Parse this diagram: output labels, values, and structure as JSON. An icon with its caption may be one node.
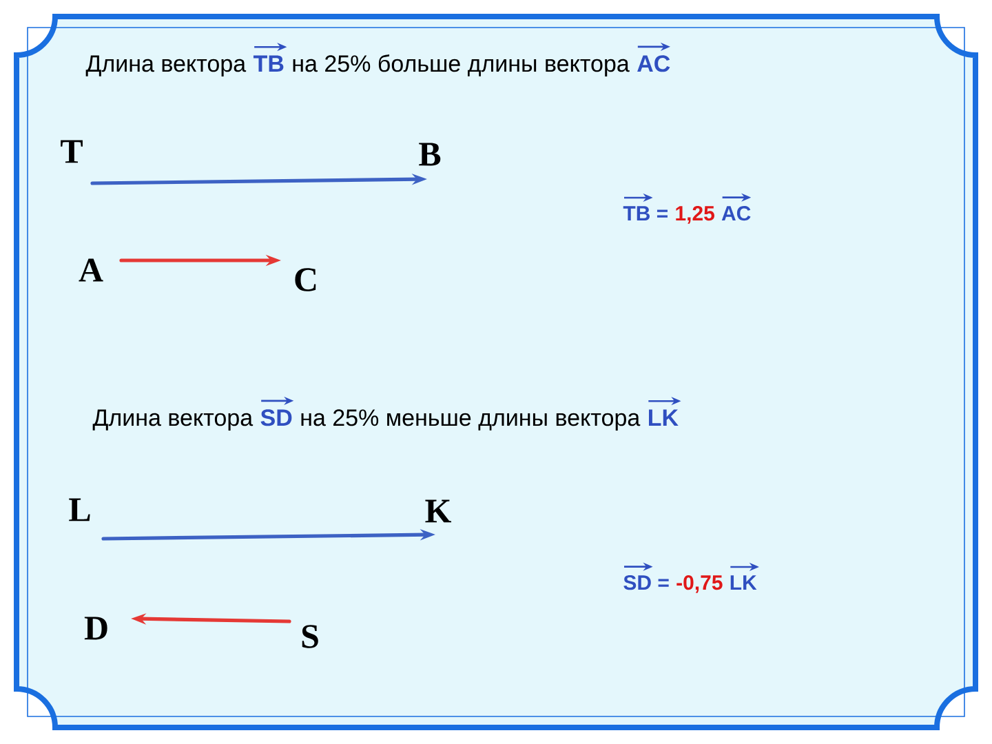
{
  "diagram": {
    "nodes": [
      {
        "text": [
          "T"
        ]
      },
      {
        "text": [
          "B"
        ]
      },
      {
        "text": [
          "A"
        ]
      },
      {
        "text": [
          "C"
        ]
      },
      {
        "text": [
          "L"
        ]
      },
      {
        "text": [
          "K"
        ]
      },
      {
        "text": [
          "D"
        ]
      },
      {
        "text": [
          "S"
        ]
      }
    ],
    "edges": [
      {
        "from": 0,
        "to": 1,
        "arrow": "to",
        "color": "#3d62c4"
      },
      {
        "from": 2,
        "to": 3,
        "arrow": "to",
        "color": "#e53935"
      },
      {
        "from": 4,
        "to": 5,
        "arrow": "to",
        "color": "#3d62c4"
      },
      {
        "from": 7,
        "to": 6,
        "arrow": "to",
        "color": "#e53935"
      }
    ],
    "labels": [
      "Длина вектора",
      "TB",
      "на 25% больше длины вектора",
      "AC",
      "TB =",
      "1,25",
      "AC",
      "Длина вектора",
      "SD",
      "на 25% меньше длины вектора",
      "LK",
      "SD =",
      "-0,75",
      "LK"
    ]
  }
}
